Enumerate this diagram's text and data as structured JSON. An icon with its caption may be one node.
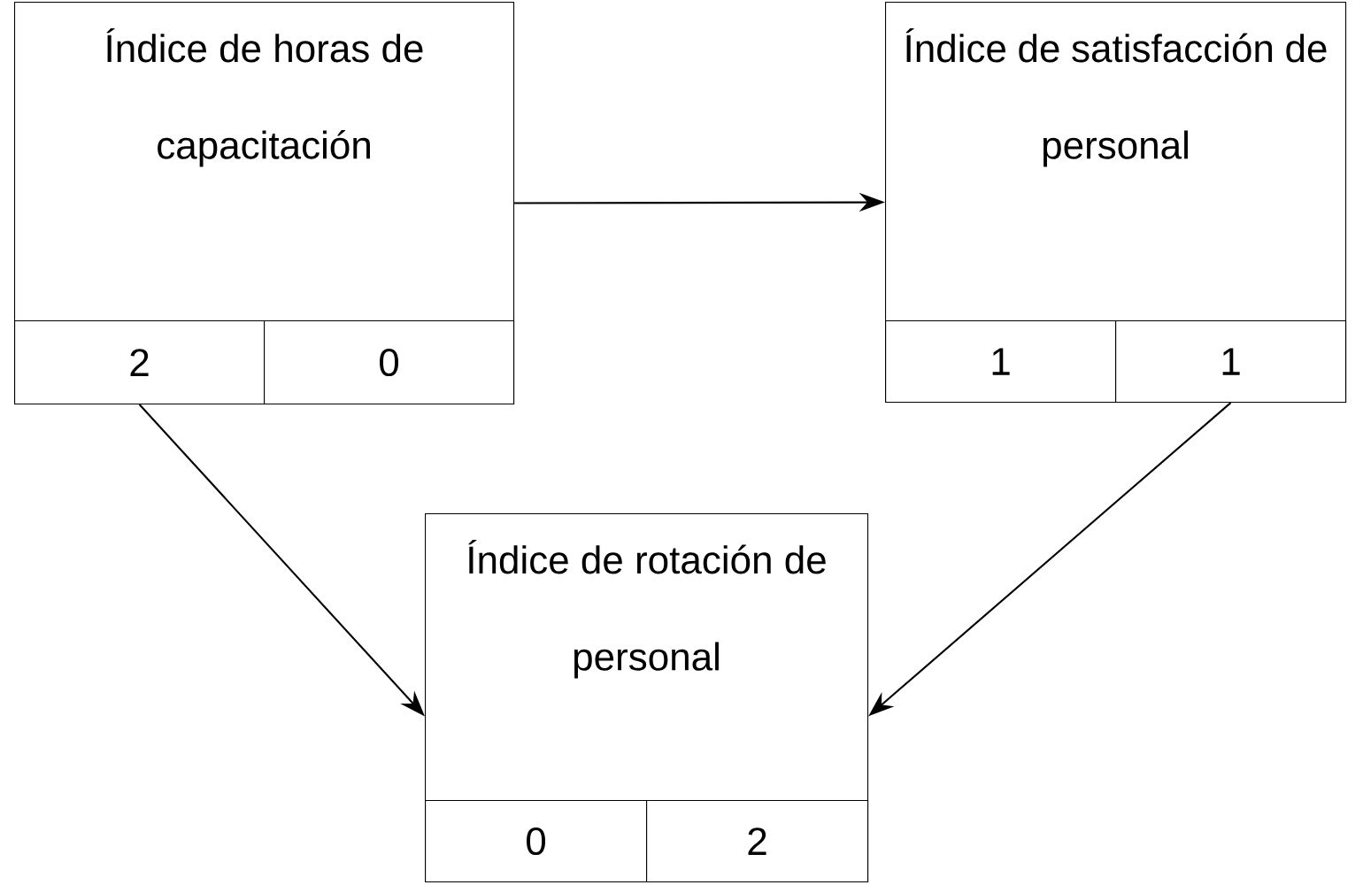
{
  "diagram": {
    "nodes": [
      {
        "text": [
          "Índice de horas de capacitación"
        ]
      },
      {
        "text": [
          "2"
        ],
        "in": 0
      },
      {
        "text": [
          "0"
        ],
        "in": 0
      },
      {
        "text": [
          "Índice de satisfacción de personal"
        ]
      },
      {
        "text": [
          "1"
        ],
        "in": 3
      },
      {
        "text": [
          "1"
        ],
        "in": 3
      },
      {
        "text": [
          "Índice de rotación de personal"
        ]
      },
      {
        "text": [
          "0"
        ],
        "in": 6
      },
      {
        "text": [
          "2"
        ],
        "in": 6
      }
    ],
    "edges": [
      {
        "from": 0,
        "to": 3,
        "arrow": "to"
      },
      {
        "from": 1,
        "to": 6,
        "arrow": "to"
      },
      {
        "from": 5,
        "to": 6,
        "arrow": "to"
      }
    ]
  }
}
